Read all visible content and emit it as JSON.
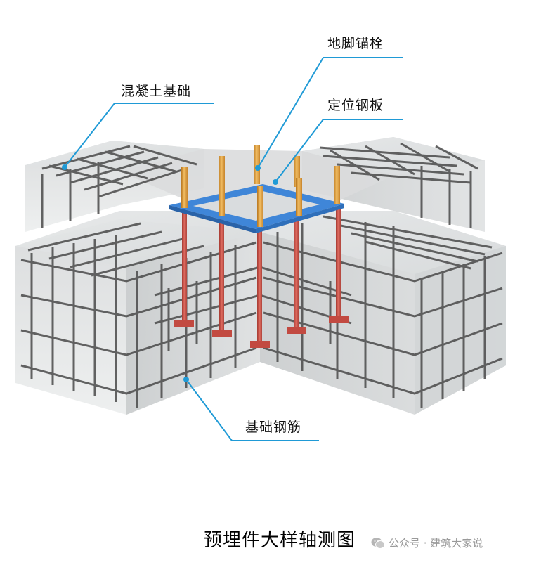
{
  "labels": {
    "anchor_bolt": "地脚锚栓",
    "concrete_foundation": "混凝土基础",
    "positioning_plate": "定位钢板",
    "foundation_rebar": "基础钢筋"
  },
  "caption": "预埋件大样轴测图",
  "watermark": {
    "icon": "wechat-icon",
    "text": "公众号 · 建筑大家说"
  },
  "colors": {
    "leader_line": "#1f9ad6",
    "steel_plate": "#3f86d8",
    "anchor_bolt": "#e0a243",
    "embedded_rebar": "#c9564c",
    "rebar": "#4a4a4a",
    "concrete": "#cfd2d4"
  }
}
